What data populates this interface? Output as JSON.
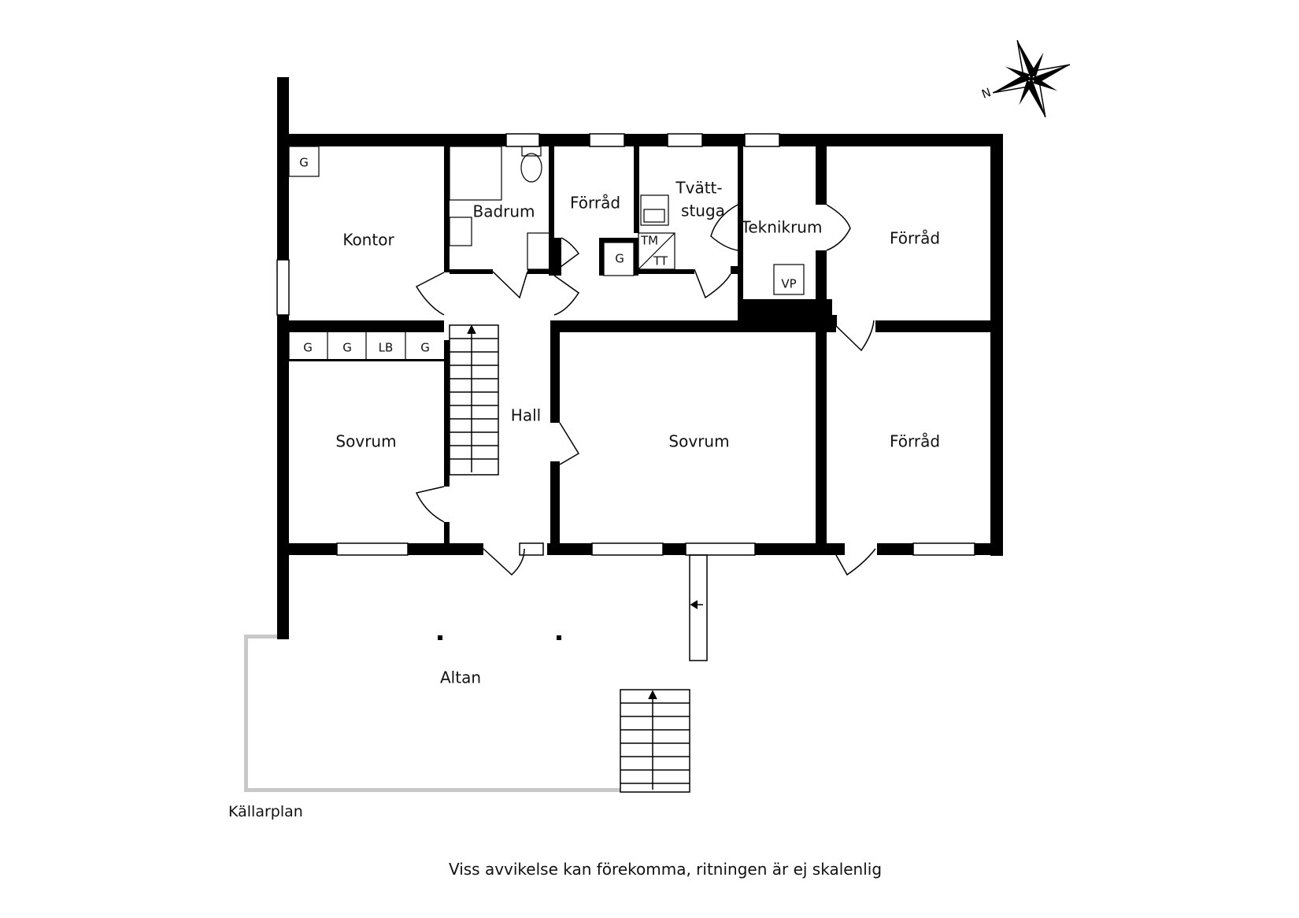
{
  "plan_name": "Källarplan",
  "disclaimer": "Viss avvikelse kan förekomma, ritningen är ej skalenlig",
  "compass_letter": "N",
  "rooms": {
    "kontor": "Kontor",
    "badrum": "Badrum",
    "forrad_small": "Förråd",
    "tvattstuga_line1": "Tvätt-",
    "tvattstuga_line2": "stuga",
    "teknikrum": "Teknikrum",
    "forrad_ne": "Förråd",
    "sovrum_west": "Sovrum",
    "hall": "Hall",
    "sovrum_main": "Sovrum",
    "forrad_se": "Förråd",
    "altan": "Altan"
  },
  "fixtures": {
    "kontor_closet": "G",
    "sovrum_closet_1": "G",
    "sovrum_closet_2": "G",
    "sovrum_linen": "LB",
    "sovrum_closet_3": "G",
    "utility_closet": "G",
    "dryer": "TM",
    "tumble_dryer": "TT",
    "heat_pump": "VP"
  },
  "colors": {
    "wall": "#000000",
    "railing": "#c8c8c8",
    "window": "#ffffff",
    "background": "#ffffff"
  }
}
